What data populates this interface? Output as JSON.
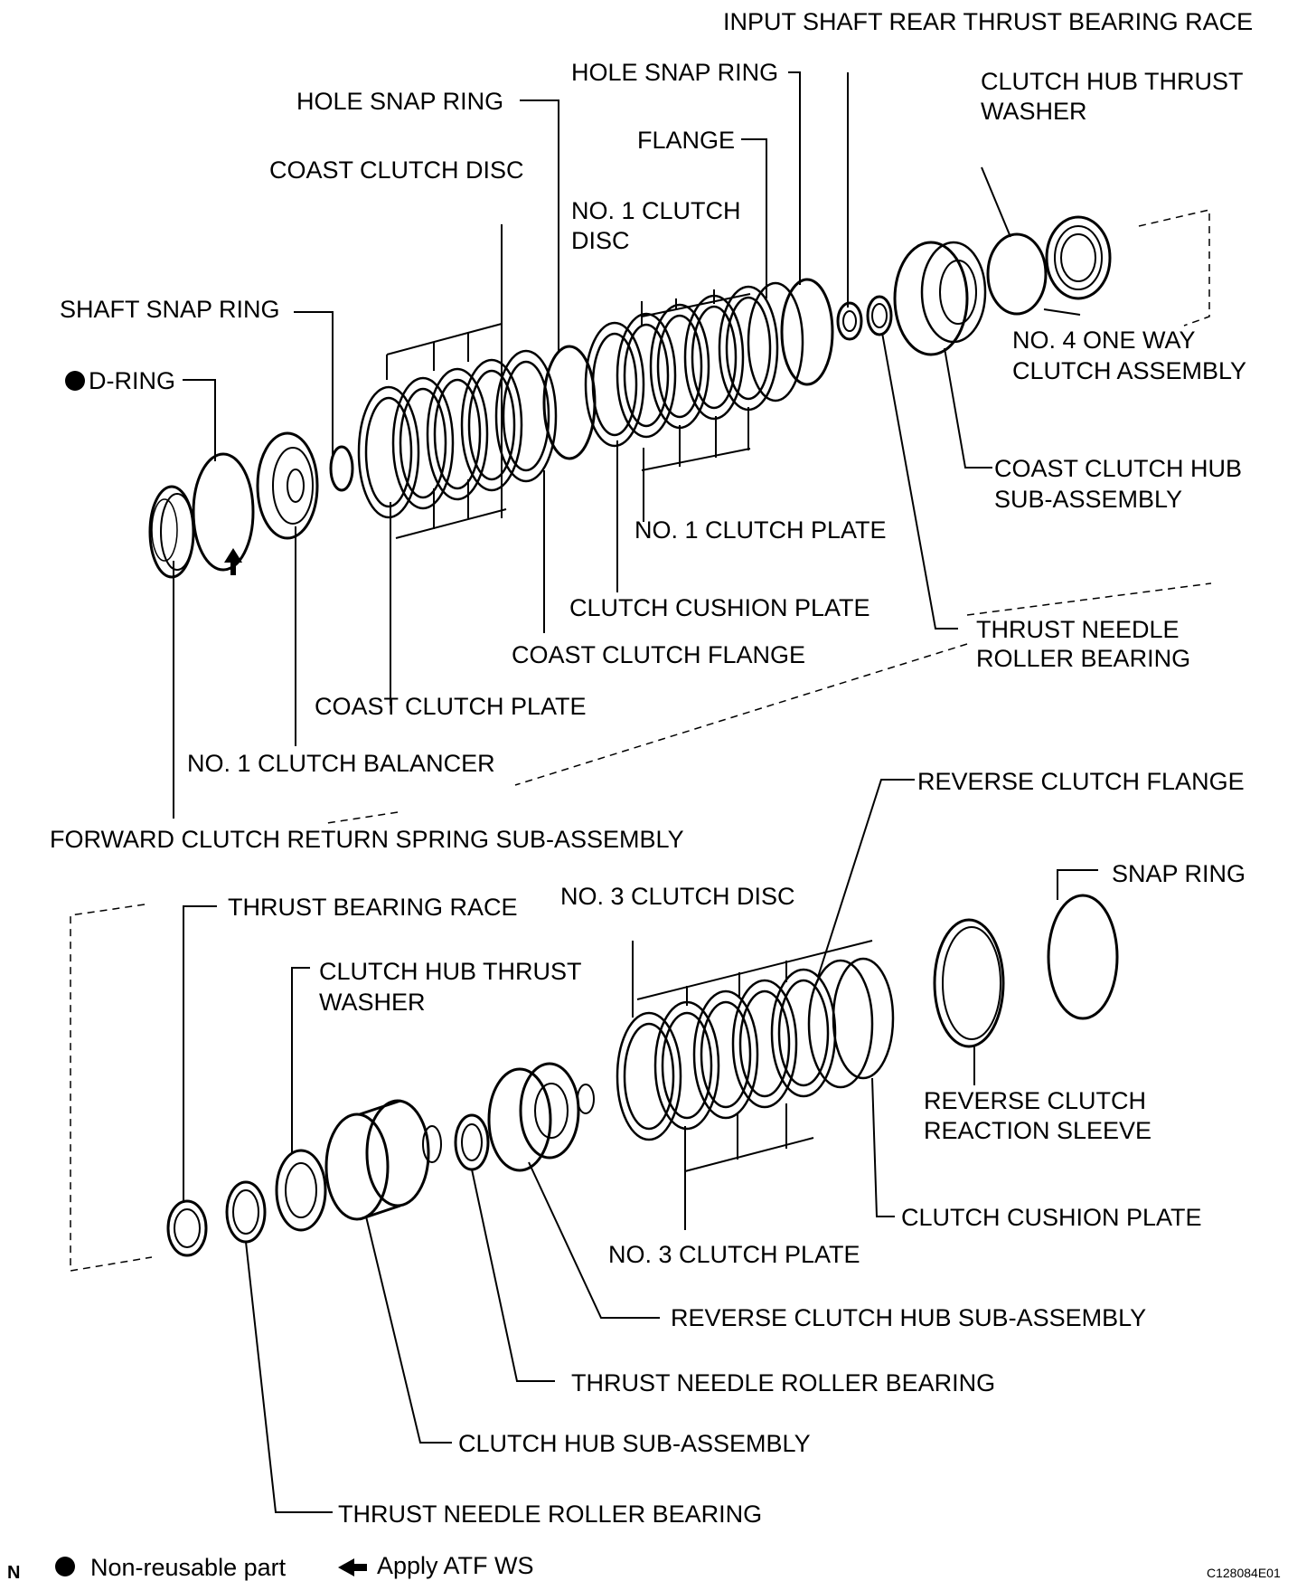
{
  "labels": {
    "input_shaft_rear_thrust_bearing_race": "INPUT SHAFT REAR THRUST BEARING RACE",
    "hole_snap_ring_2": "HOLE SNAP RING",
    "clutch_hub_thrust_washer_top_1": "CLUTCH HUB THRUST",
    "clutch_hub_thrust_washer_top_2": "WASHER",
    "hole_snap_ring_1": "HOLE SNAP RING",
    "flange": "FLANGE",
    "coast_clutch_disc": "COAST CLUTCH DISC",
    "no1_clutch_disc_1": "NO. 1 CLUTCH",
    "no1_clutch_disc_2": "DISC",
    "shaft_snap_ring": "SHAFT SNAP RING",
    "no4_one_way_1": "NO. 4 ONE WAY",
    "no4_one_way_2": "CLUTCH ASSEMBLY",
    "d_ring": "D-RING",
    "coast_clutch_hub_1": "COAST CLUTCH HUB",
    "coast_clutch_hub_2": "SUB-ASSEMBLY",
    "no1_clutch_plate": "NO. 1 CLUTCH PLATE",
    "clutch_cushion_plate_top": "CLUTCH CUSHION PLATE",
    "thrust_needle_top_1": "THRUST NEEDLE",
    "thrust_needle_top_2": "ROLLER BEARING",
    "coast_clutch_flange": "COAST CLUTCH FLANGE",
    "coast_clutch_plate": "COAST CLUTCH PLATE",
    "no1_clutch_balancer": "NO. 1 CLUTCH BALANCER",
    "reverse_clutch_flange": "REVERSE CLUTCH FLANGE",
    "forward_clutch_return": "FORWARD CLUTCH RETURN SPRING SUB-ASSEMBLY",
    "snap_ring": "SNAP RING",
    "thrust_bearing_race": "THRUST BEARING RACE",
    "no3_clutch_disc": "NO. 3 CLUTCH DISC",
    "clutch_hub_thrust_washer_bottom_1": "CLUTCH HUB THRUST",
    "clutch_hub_thrust_washer_bottom_2": "WASHER",
    "reverse_clutch_reaction_1": "REVERSE CLUTCH",
    "reverse_clutch_reaction_2": "REACTION SLEEVE",
    "clutch_cushion_plate_bottom": "CLUTCH CUSHION PLATE",
    "no3_clutch_plate": "NO. 3 CLUTCH PLATE",
    "reverse_clutch_hub": "REVERSE CLUTCH HUB SUB-ASSEMBLY",
    "thrust_needle_bottom_1": "THRUST NEEDLE ROLLER BEARING",
    "clutch_hub_sub_assembly": "CLUTCH HUB SUB-ASSEMBLY",
    "thrust_needle_bottom_2": "THRUST NEEDLE ROLLER BEARING"
  },
  "legend": {
    "letter": "N",
    "non_reusable": "Non-reusable part",
    "apply": "Apply ATF WS"
  },
  "figure_code": "C128084E01"
}
